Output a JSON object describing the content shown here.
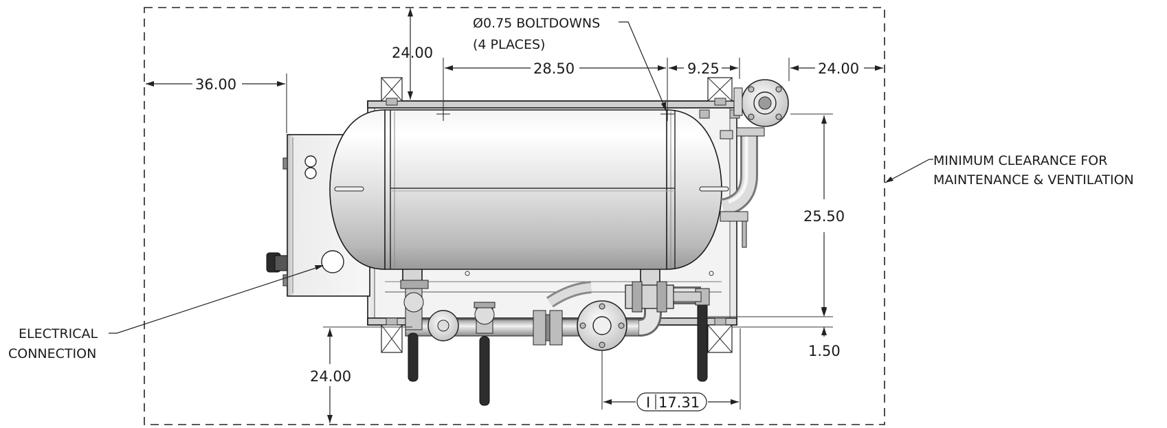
{
  "drawing": {
    "annotations": {
      "boltdowns_line1": "Ø0.75 BOLTDOWNS",
      "boltdowns_line2": "(4 PLACES)",
      "clearance_line1": "MINIMUM CLEARANCE FOR",
      "clearance_line2": "MAINTENANCE & VENTILATION",
      "electrical_line1": "ELECTRICAL",
      "electrical_line2": "CONNECTION"
    },
    "dimensions": {
      "top_clearance": "24.00",
      "left_clearance": "36.00",
      "boltdown_spacing": "28.50",
      "outlet_offset": "9.25",
      "right_clearance": "24.00",
      "height": "25.50",
      "bottom_offset": "1.50",
      "bottom_clearance": "24.00",
      "inlet_offset_symbol": "I",
      "inlet_offset": "17.31"
    }
  }
}
